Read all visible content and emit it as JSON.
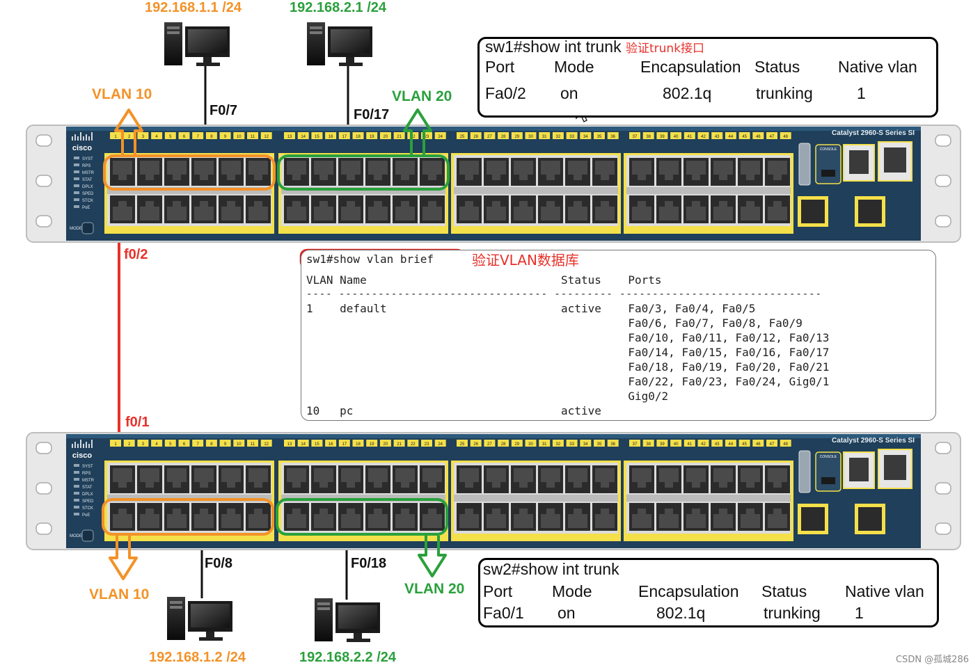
{
  "top_pcs": [
    {
      "ip": "192.168.1.1 /24",
      "port": "F0/7"
    },
    {
      "ip": "192.168.2.1 /24",
      "port": "F0/17"
    }
  ],
  "bottom_pcs": [
    {
      "ip": "192.168.1.2 /24",
      "port": "F0/8"
    },
    {
      "ip": "192.168.2.2 /24",
      "port": "F0/18"
    }
  ],
  "vlans": {
    "v10": "VLAN 10",
    "v20": "VLAN 20"
  },
  "trunk_link": {
    "sw1_port": "f0/2",
    "sw2_port": "f0/1"
  },
  "switch": {
    "brand": "cisco",
    "model": "Catalyst 2960-S",
    "series": "Series SI",
    "leds": [
      "SYST",
      "RPS",
      "MSTR",
      "STAT",
      "DPLX",
      "SPED",
      "STCK",
      "PoE"
    ],
    "mode_label": "MODE",
    "console_label": "CONSOLE"
  },
  "sw1_trunk": {
    "command": "sw1#show int trunk",
    "note": "验证trunk接口",
    "headers": [
      "Port",
      "Mode",
      "Encapsulation",
      "Status",
      "Native vlan"
    ],
    "row": [
      "Fa0/2",
      "on",
      "802.1q",
      "trunking",
      "1"
    ]
  },
  "sw2_trunk": {
    "command": "sw2#show int trunk",
    "headers": [
      "Port",
      "Mode",
      "Encapsulation",
      "Status",
      "Native vlan"
    ],
    "row": [
      "Fa0/1",
      "on",
      "802.1q",
      "trunking",
      "1"
    ]
  },
  "vlan_brief": {
    "command": "sw1#show vlan brief",
    "note": "验证VLAN数据库",
    "header": "VLAN Name                             Status    Ports",
    "separator": "---- -------------------------------- --------- -------------------------------",
    "rows": [
      "1    default                          active    Fa0/3, Fa0/4, Fa0/5",
      "                                                Fa0/6, Fa0/7, Fa0/8, Fa0/9",
      "                                                Fa0/10, Fa0/11, Fa0/12, Fa0/13",
      "                                                Fa0/14, Fa0/15, Fa0/16, Fa0/17",
      "                                                Fa0/18, Fa0/19, Fa0/20, Fa0/21",
      "                                                Fa0/22, Fa0/23, Fa0/24, Gig0/1",
      "                                                Gig0/2",
      "10   pc                               active"
    ]
  },
  "watermark": "CSDN @孤城286",
  "colors": {
    "orange": "#f39228",
    "green": "#2aa03c",
    "red": "#e8302a",
    "switch_body": "#1f3f5a",
    "port_label": "#f4e04a"
  }
}
